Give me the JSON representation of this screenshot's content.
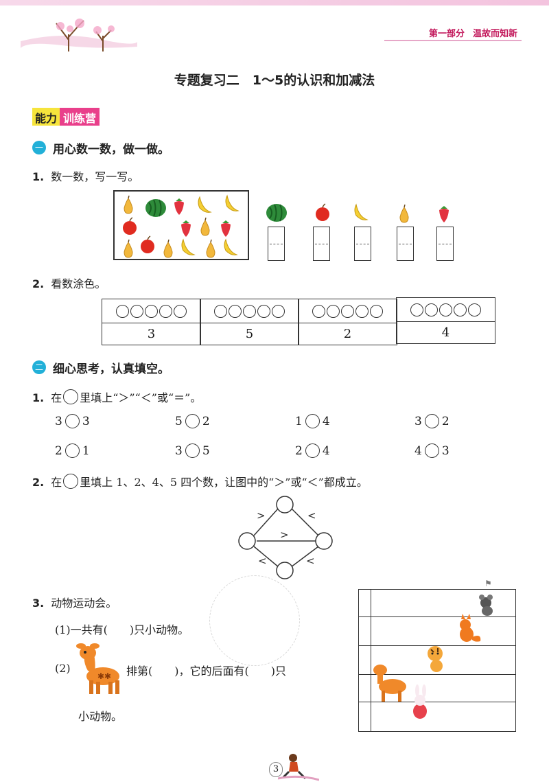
{
  "header": {
    "part": "第一部分",
    "motto": "温故而知新"
  },
  "page_title": "专题复习二　1～5的认识和加减法",
  "badge": {
    "left": "能力",
    "right": "训练营"
  },
  "section1": {
    "icon": "一",
    "title": "用心数一数，做一做。",
    "q1": {
      "num": "1.",
      "text": "数一数，写一写。"
    },
    "q2": {
      "num": "2.",
      "text": "看数涂色。",
      "numbers": [
        "3",
        "5",
        "2",
        "4"
      ]
    }
  },
  "section2": {
    "icon": "二",
    "title": "细心思考，认真填空。",
    "q1": {
      "num": "1.",
      "text_a": "在",
      "text_b": "里填上“＞”“＜”或“＝”。",
      "pairs": [
        {
          "a": "3",
          "b": "3"
        },
        {
          "a": "5",
          "b": "2"
        },
        {
          "a": "1",
          "b": "4"
        },
        {
          "a": "3",
          "b": "2"
        },
        {
          "a": "2",
          "b": "1"
        },
        {
          "a": "3",
          "b": "5"
        },
        {
          "a": "2",
          "b": "4"
        },
        {
          "a": "4",
          "b": "3"
        }
      ]
    },
    "q2": {
      "num": "2.",
      "text_a": "在",
      "text_b": "里填上 1、2、4、5 四个数，让图中的“＞”或“＜”都成立。",
      "signs": [
        ">",
        "<",
        ">",
        "<",
        "<"
      ]
    },
    "q3": {
      "num": "3.",
      "text": "动物运动会。",
      "part1": "(1)一共有(　　)只小动物。",
      "part2_label": "(2)",
      "part2_text": "排第(　　)，它的后面有(　　)只",
      "part2_cont": "小动物。"
    }
  },
  "page_number": "3",
  "colors": {
    "accent_pink": "#e93f8b",
    "accent_yellow": "#f6e43c",
    "section_blue": "#22b0d8"
  }
}
